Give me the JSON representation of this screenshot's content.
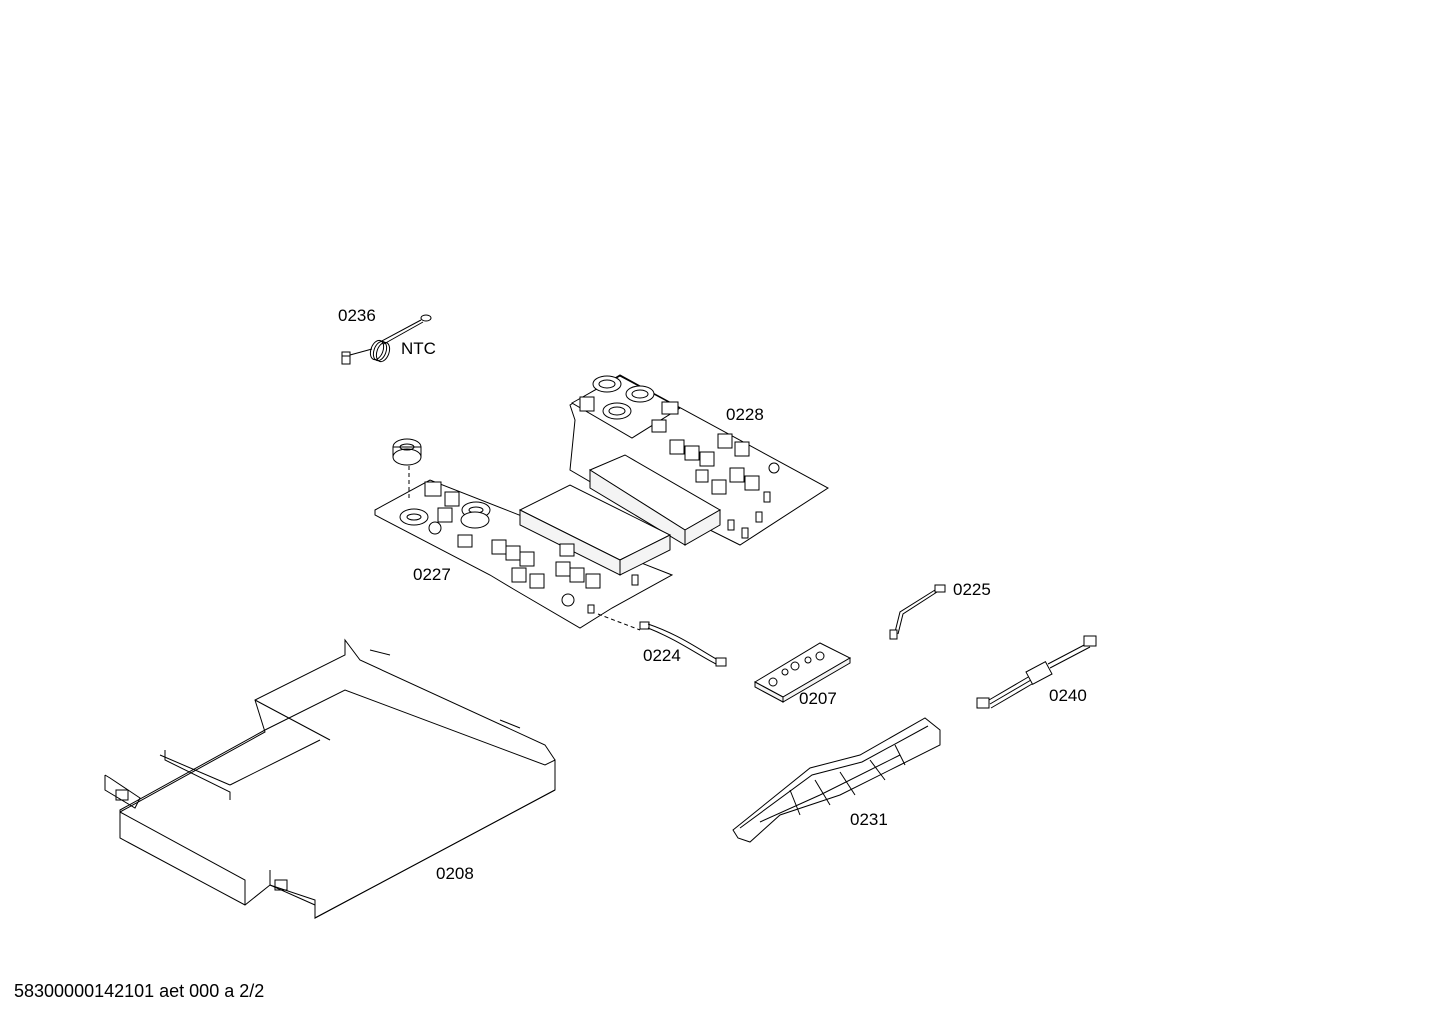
{
  "parts": {
    "p0236": "0236",
    "ntc": "NTC",
    "p0228": "0228",
    "p0227": "0227",
    "p0225": "0225",
    "p0224": "0224",
    "p0207": "0207",
    "p0240": "0240",
    "p0231": "0231",
    "p0208": "0208"
  },
  "footer": {
    "document_id": "58300000142101 aet 000 a 2/2"
  },
  "colors": {
    "line": "#000000",
    "background": "#ffffff"
  }
}
